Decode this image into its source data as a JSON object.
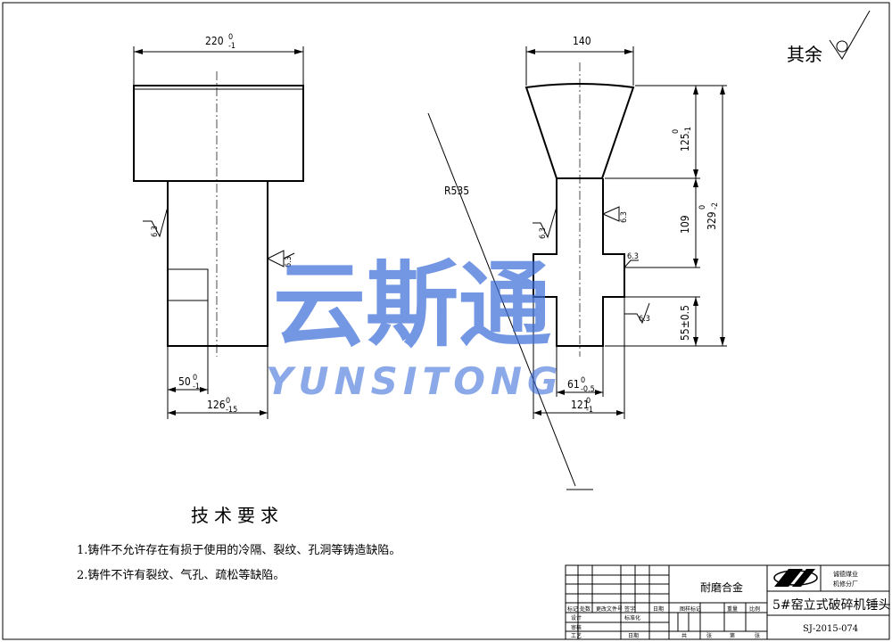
{
  "drawing": {
    "roughness_note": "其余",
    "left_view": {
      "dim_top": "220",
      "dim_top_tol_upper": "0",
      "dim_top_tol_lower": "-1",
      "dim_keyway": "50",
      "dim_keyway_tol_upper": "0",
      "dim_keyway_tol_lower": "-1",
      "dim_body": "126",
      "dim_body_tol_upper": "0",
      "dim_body_tol_lower": "-15",
      "roughness_left": "6.3",
      "roughness_right": "6.3"
    },
    "right_view": {
      "dim_top": "140",
      "dim_radius": "R535",
      "dim_head_h": "125",
      "dim_head_h_tol_upper": "0",
      "dim_head_h_tol_lower": "-1",
      "dim_shank_h": "109",
      "dim_total_h": "329",
      "dim_total_h_tol_upper": "0",
      "dim_total_h_tol_lower": "-2",
      "dim_base_h": "55±0.5",
      "dim_neck": "61",
      "dim_neck_tol_upper": "0",
      "dim_neck_tol_lower": "-0.5",
      "dim_base_w": "121",
      "dim_base_w_tol_upper": "0",
      "dim_base_w_tol_lower": "-1",
      "roughness_a": "6.3",
      "roughness_b": "6.3",
      "roughness_c": "6.3",
      "roughness_d": "6.3"
    }
  },
  "watermark": {
    "chinese": "云斯通",
    "latin": "YUNSITONG"
  },
  "requirements": {
    "title": "技术要求",
    "items": [
      "1.铸件不允许存在有损于使用的冷隔、裂纹、孔洞等铸造缺陷。",
      "2.铸件不许有裂纹、气孔、疏松等缺陷。"
    ]
  },
  "title_block": {
    "material": "耐磨合金",
    "company_line1": "诚德煤业",
    "company_line2": "机修分厂",
    "part_name": "5#窑立式破碎机锤头",
    "drawing_no": "SJ-2015-074",
    "row_labels": {
      "mark": "标记",
      "count": "处数",
      "change_doc": "更改文件号",
      "sign": "签字",
      "date": "日期",
      "design": "设计",
      "standard": "标准化",
      "stage_mark": "图样标记",
      "weight": "重量",
      "scale": "比例",
      "check": "审核",
      "process": "工艺",
      "date2": "日期",
      "total": "共",
      "sheet": "张",
      "nth": "第",
      "sheet2": "张"
    }
  }
}
